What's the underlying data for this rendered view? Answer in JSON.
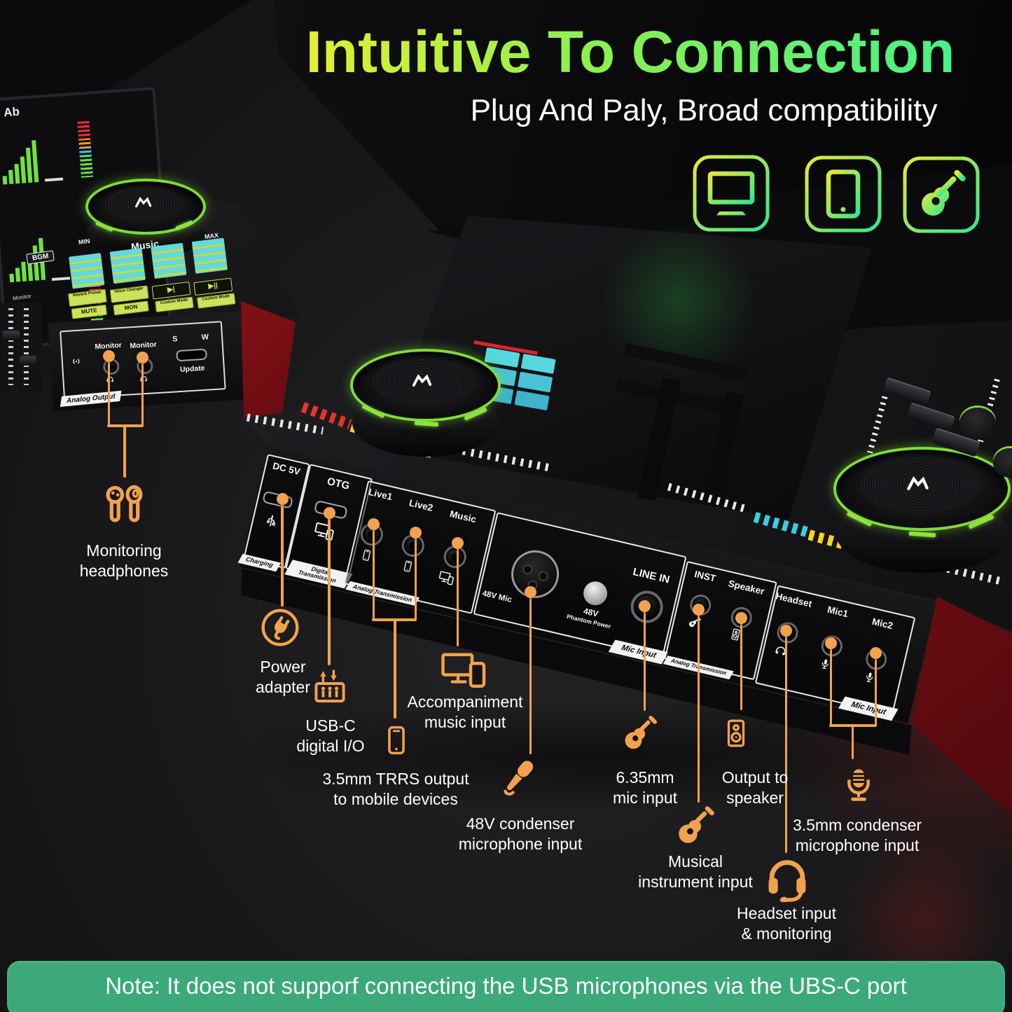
{
  "header": {
    "title": "Intuitive To Connection",
    "subtitle": "Plug And Paly, Broad compatibility"
  },
  "compat": {
    "icons": [
      "computer",
      "smartphone",
      "guitar"
    ]
  },
  "left_device": {
    "screen_badge": "Ab",
    "knob": {
      "label": "Music",
      "min": "MIN",
      "max": "MAX"
    },
    "bgm": "BGM",
    "monitor_small": "Monitor",
    "pad_chips": [
      "Reverb Preset",
      "Voice Changer",
      "▶|",
      "▶||",
      "MUTE",
      "MON",
      "Custom Mode",
      "Custom Mode"
    ],
    "output_panel": {
      "section": "Analog Output",
      "monitor1": "Monitor",
      "monitor2": "Monitor",
      "s": "S",
      "w": "W",
      "update": "Update"
    }
  },
  "back_panel": {
    "charging": {
      "label": "DC 5V",
      "tab": "Charging"
    },
    "digital": {
      "label": "OTG",
      "tab": "Digital\nTransmission"
    },
    "analog1": {
      "live1": "Live1",
      "live2": "Live2",
      "music": "Music",
      "tab": "Analog Transmission"
    },
    "mic_input1": {
      "xlr": "48V Mic",
      "phantom1": "48V",
      "phantom2": "Phantom Power",
      "line_in": "LINE IN",
      "tab": "Mic Input"
    },
    "analog2": {
      "inst": "INST",
      "speaker": "Speaker",
      "tab": "Analog Transmission"
    },
    "mic_input2": {
      "headset": "Headset",
      "mic1": "Mic1",
      "mic2": "Mic2",
      "tab": "Mic Input"
    }
  },
  "callouts": {
    "monitoring": "Monitoring\nheadphones",
    "power": "Power\nadapter",
    "usbc": "USB-C\ndigital I/O",
    "accompaniment": "Accompaniment\nmusic input",
    "trrs": "3.5mm TRRS output\nto mobile devices",
    "cond48": "48V condenser\nmicrophone input",
    "mic635": "6.35mm\nmic input",
    "speaker_out": "Output to\nspeaker",
    "instrument": "Musical\ninstrument input",
    "cond35": "3.5mm condenser\nmicrophone input",
    "headset_io": "Headset input\n& monitoring"
  },
  "note": {
    "text": "Note: It does not supporf connecting the USB microphones via the UBS-C port"
  },
  "colors": {
    "accent_orange": "#F2A24E",
    "note_green": "#3BA97A",
    "title_start": "#F6EF2B",
    "title_end": "#3DF191",
    "knob_ring": "#7EDC38",
    "pad_cyan": "#5FD8DF",
    "red_side": "#C41520"
  }
}
